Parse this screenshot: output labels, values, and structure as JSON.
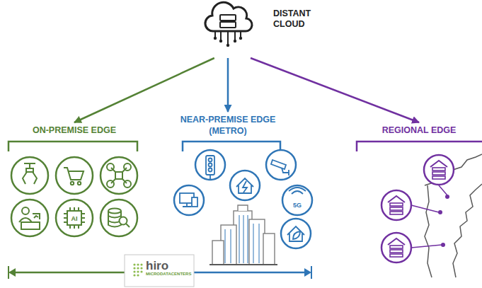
{
  "diagram": {
    "nodes": [
      {
        "text": [
          "DISTANT CLOUD"
        ]
      },
      {
        "text": [
          "ON-PREMISE EDGE"
        ]
      },
      {
        "text": [
          "NEAR-PREMISE EDGE (METRO)"
        ]
      },
      {
        "text": [
          "REGIONAL EDGE"
        ]
      },
      {
        "text": [
          "hiro",
          "MICRODATACENTERS"
        ]
      }
    ],
    "edges": [
      {
        "from": 0,
        "to": 1,
        "arrow": "to"
      },
      {
        "from": 0,
        "to": 2,
        "arrow": "to"
      },
      {
        "from": 0,
        "to": 3,
        "arrow": "to"
      }
    ],
    "labels": [
      "AI",
      "5G"
    ]
  }
}
